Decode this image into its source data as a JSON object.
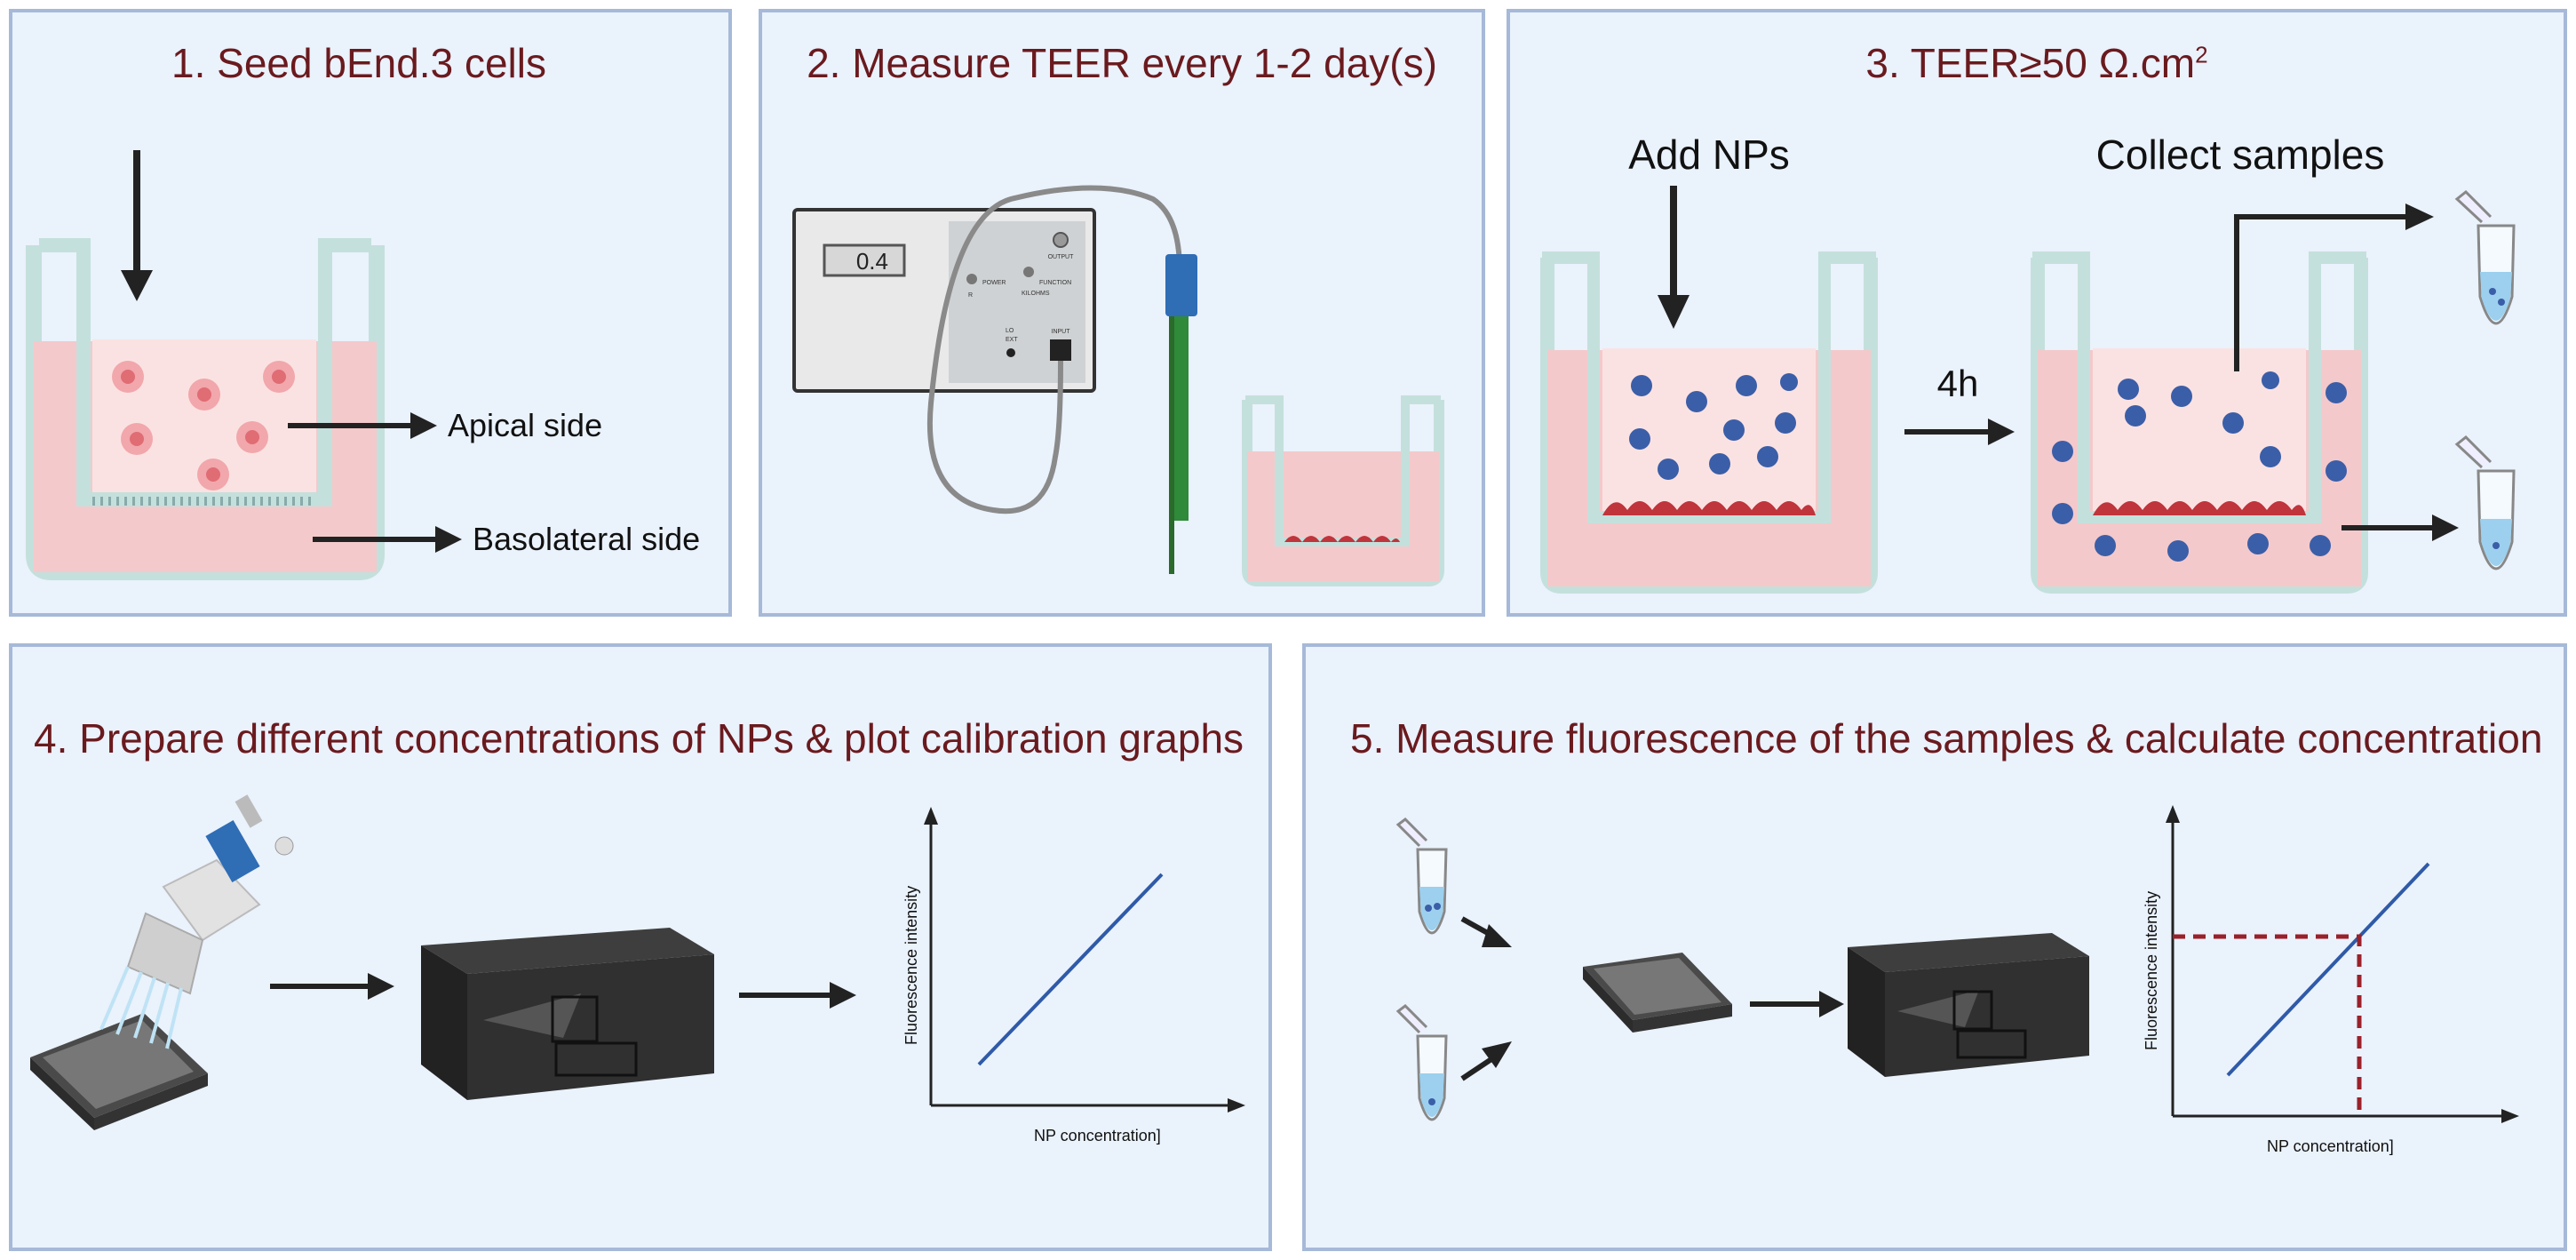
{
  "panels": {
    "p1": {
      "title": "1. Seed bEnd.3 cells",
      "apical": "Apical side",
      "basolateral": "Basolateral side"
    },
    "p2": {
      "title": "2. Measure TEER every 1-2 day(s)",
      "meter_display": "0.4",
      "power": "POWER",
      "function": "FUNCTION",
      "kilohms": "KILOHMS",
      "output": "OUTPUT",
      "input": "INPUT",
      "low": "LO",
      "ext": "EXT",
      "rm": "R"
    },
    "p3": {
      "title_main": "3. TEER≥50 Ω.cm",
      "title_sup": "2",
      "add": "Add NPs",
      "collect": "Collect samples",
      "time": "4h"
    },
    "p4": {
      "title": "4. Prepare different concentrations of NPs & plot calibration graphs",
      "xlabel": "NP concentration]",
      "ylabel": "Fluorescence intensity"
    },
    "p5": {
      "title": "5. Measure fluorescence of the samples & calculate concentration",
      "xlabel": "NP concentration]",
      "ylabel": "Fluorescence intensity"
    }
  },
  "colors": {
    "panel_bg": "#eaf2fc",
    "panel_border": "#a6b9d8",
    "title": "#6a1a1e",
    "well_wall": "#d6ebe9",
    "medium": "#f4c9cb",
    "np_dot": "#3b5ea8",
    "cell_layer": "#c0343c",
    "line": "#2f5aa8",
    "dashed": "#9a2029"
  }
}
